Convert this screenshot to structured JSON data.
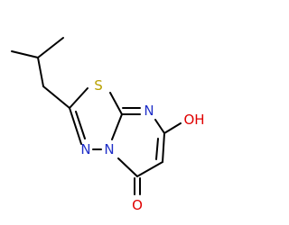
{
  "atoms": {
    "sulfur": {
      "symbol": "S",
      "color": "#B8A000"
    },
    "n_ring_upper": {
      "symbol": "N",
      "color": "#1F2FC8"
    },
    "n_ring_left": {
      "symbol": "N",
      "color": "#1F2FC8"
    },
    "n_bridge": {
      "symbol": "N",
      "color": "#1F2FC8"
    },
    "hydroxyl": {
      "symbol": "OH",
      "color": "#E00000"
    },
    "carbonyl_o": {
      "symbol": "O",
      "color": "#E00000"
    }
  },
  "bond_color": "#000000"
}
